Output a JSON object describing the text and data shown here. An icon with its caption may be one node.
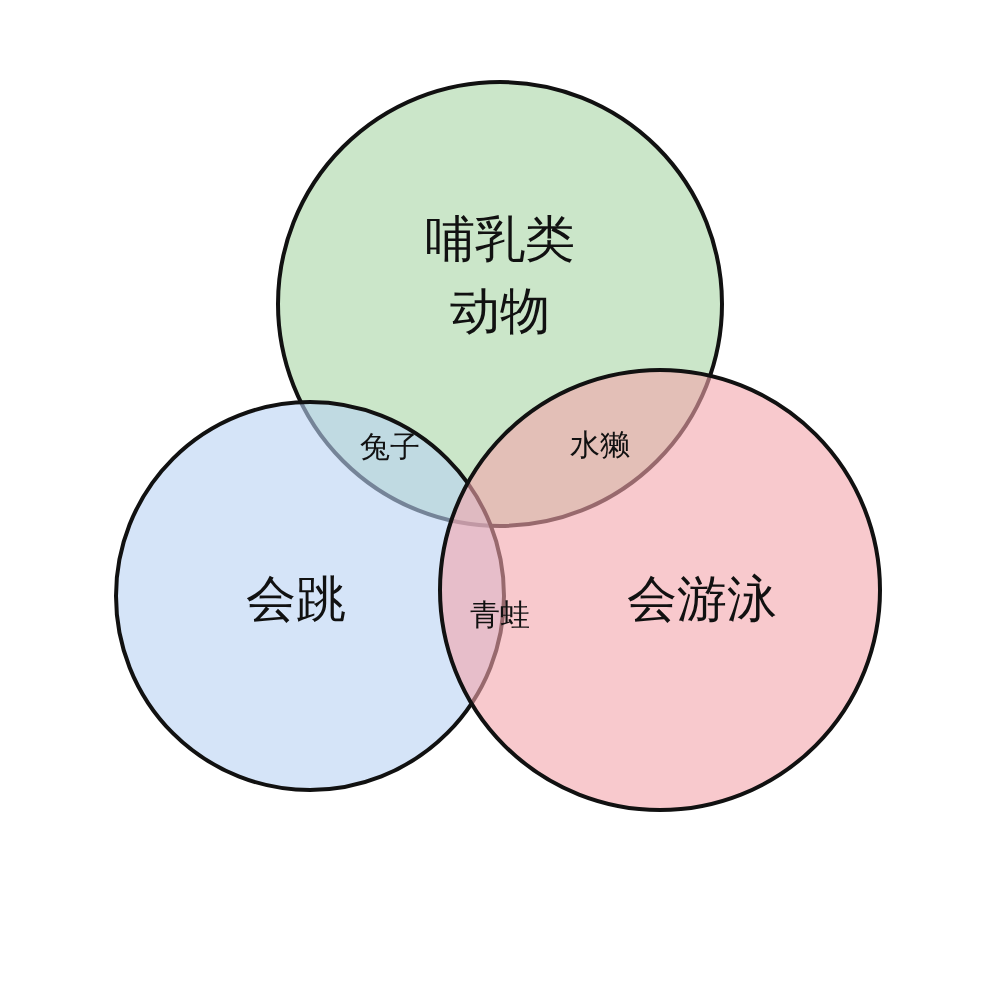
{
  "diagram": {
    "nodes": [
      {
        "text": [
          "哺乳类动物"
        ]
      },
      {
        "text": [
          "会跳"
        ]
      },
      {
        "text": [
          "会游泳"
        ]
      }
    ],
    "labels": [
      "兔子",
      "水獭",
      "青蛙"
    ]
  }
}
